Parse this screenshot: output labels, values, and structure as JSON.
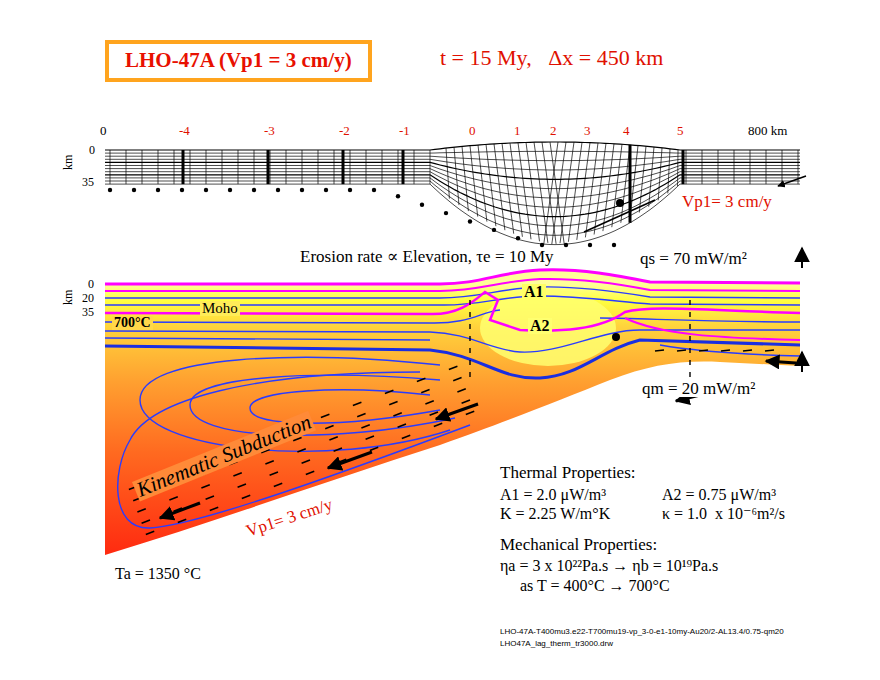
{
  "diagram": {
    "nodes": [
      {
        "text": [
          "LHO-47A (Vp1 = 3 cm/y)"
        ]
      }
    ],
    "labels": [
      "t = 15 My,   Δx = 450 km",
      "0",
      "-4",
      "-3",
      "-2",
      "-1",
      "0",
      "1",
      "2",
      "3",
      "4",
      "5",
      "800 km",
      "km",
      "0",
      "35",
      "Vp1= 3 cm/y",
      "Erosion rate ∝ Elevation, τe = 10 My",
      "qs = 70 mW/m²",
      "km",
      "0",
      "20",
      "35",
      "Moho",
      "700°C",
      "A1",
      "A2",
      "qm = 20 mW/m²",
      "Kinematic Subduction",
      "Vp1= 3 cm/y",
      "Thermal Properties:",
      "A1 = 2.0 μW/m³",
      "A2 = 0.75 μW/m³",
      "K = 2.25 W/m°K",
      "κ = 1.0  x 10⁻⁶m²/s",
      "Mechanical Properties:",
      "ηa = 3 x 10²²Pa.s → ηb = 10¹⁹Pa.s",
      "as T = 400°C → 700°C",
      "Ta = 1350 °C",
      "LHO-47A-T400mu3.e22-T700mu19-vp_3-0-e1-10my-Au20/2-AL13.4/0.75-qm20",
      "LHO47A_lag_therm_tr3000.drw"
    ]
  }
}
